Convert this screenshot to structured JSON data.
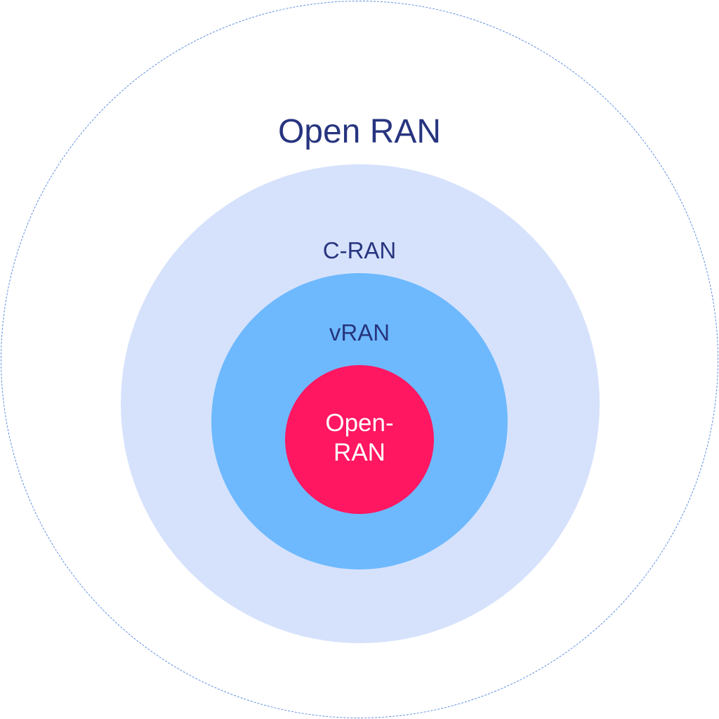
{
  "diagram": {
    "outer": {
      "label": "Open RAN",
      "border_color": "#5a8be0"
    },
    "cran": {
      "label": "C-RAN",
      "fill_color": "#d6e2fc"
    },
    "vran": {
      "label": "vRAN",
      "fill_color": "#6eb9fe"
    },
    "core": {
      "label_line1": "Open-",
      "label_line2": "RAN",
      "fill_color": "#ff1762"
    },
    "text_color": "#27357f"
  }
}
